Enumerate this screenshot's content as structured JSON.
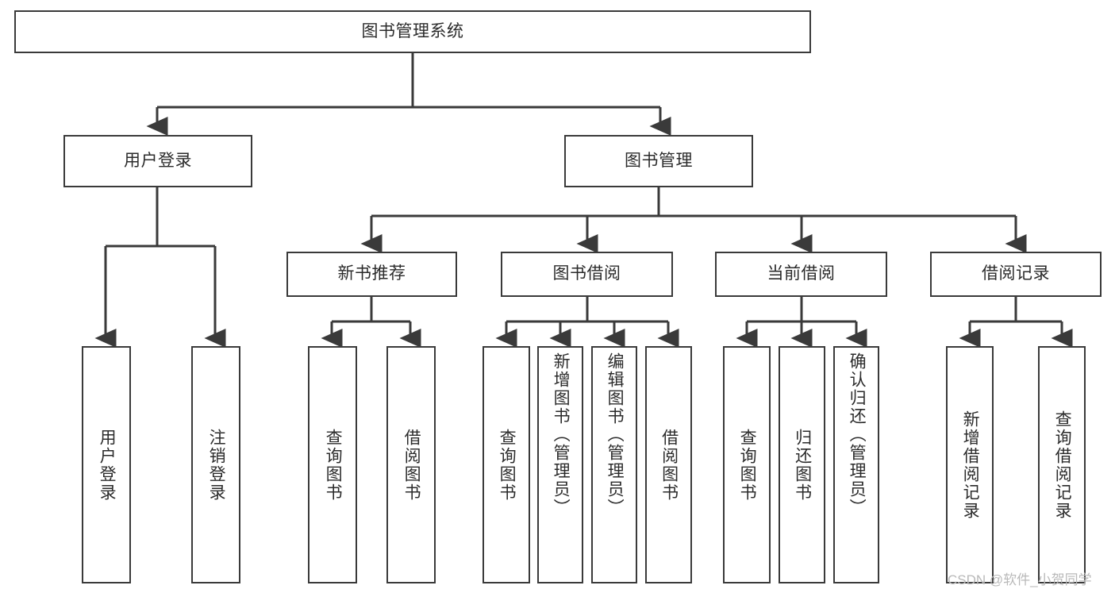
{
  "diagram": {
    "title": "图书管理系统",
    "watermark": "CSDN @软件_小贺同学",
    "line_color": "#3a3a3a",
    "text_color": "#2b2b2b",
    "background": "#ffffff",
    "nodes": {
      "root": "图书管理系统",
      "user_login": "用户登录",
      "book_manage": "图书管理",
      "new_book_rec": "新书推荐",
      "book_borrow": "图书借阅",
      "current_borrow": "当前借阅",
      "borrow_record": "借阅记录",
      "leaf_user_login": "用户登录",
      "leaf_logout_login": "注销登录",
      "leaf_query_book_1": "查询图书",
      "leaf_borrow_book_1": "借阅图书",
      "leaf_query_book_2": "查询图书",
      "leaf_add_book_admin": "新增图书（管理员）",
      "leaf_edit_book_admin": "编辑图书（管理员）",
      "leaf_borrow_book_2": "借阅图书",
      "leaf_query_book_3": "查询图书",
      "leaf_return_book": "归还图书",
      "leaf_confirm_return_admin": "确认归还（管理员）",
      "leaf_add_borrow_record": "新增借阅记录",
      "leaf_query_borrow_record": "查询借阅记录"
    }
  }
}
